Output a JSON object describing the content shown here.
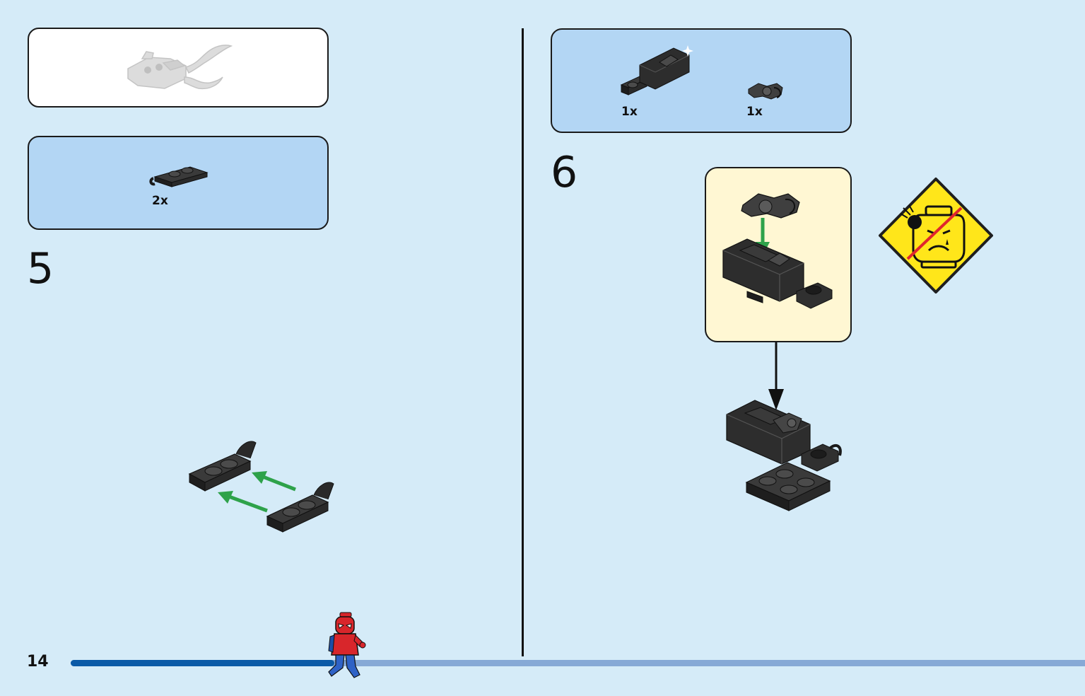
{
  "page": {
    "number": "14",
    "progress": 0.26
  },
  "step5": {
    "number": "5",
    "submodel_callout": {
      "icon": "finished-submodel-silhouette-icon"
    },
    "parts": [
      {
        "qty": "2x",
        "icon": "plate-1x2-with-clip-icon"
      }
    ]
  },
  "step6": {
    "number": "6",
    "parts": [
      {
        "qty": "1x",
        "icon": "bracket-with-clip-icon"
      },
      {
        "qty": "1x",
        "icon": "bar-holder-with-clip-icon"
      }
    ],
    "warning_icon": "small-parts-choking-hazard-icon"
  },
  "colors": {
    "background": "#d5ebf8",
    "parts_box": "#b3d6f4",
    "subassembly_box": "#fff7d3",
    "brick": "#2b2b2b",
    "arrow_green": "#2ea24a",
    "warning_yellow": "#ffe61a",
    "progress_fill": "#0b5aa7",
    "progress_track": "#86a9d6"
  }
}
